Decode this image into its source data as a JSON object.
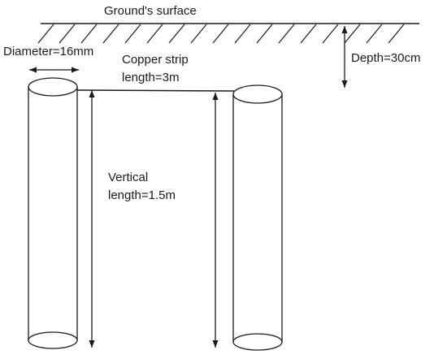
{
  "labels": {
    "ground_surface": "Ground's surface",
    "diameter": "Diameter=16mm",
    "copper_strip_line1": "Copper strip",
    "copper_strip_line2": "length=3m",
    "depth": "Depth=30cm",
    "vertical_line1": "Vertical",
    "vertical_line2": "length=1.5m"
  },
  "colors": {
    "stroke": "#1a1a1a",
    "text": "#1a1a1a",
    "background": "#ffffff"
  }
}
